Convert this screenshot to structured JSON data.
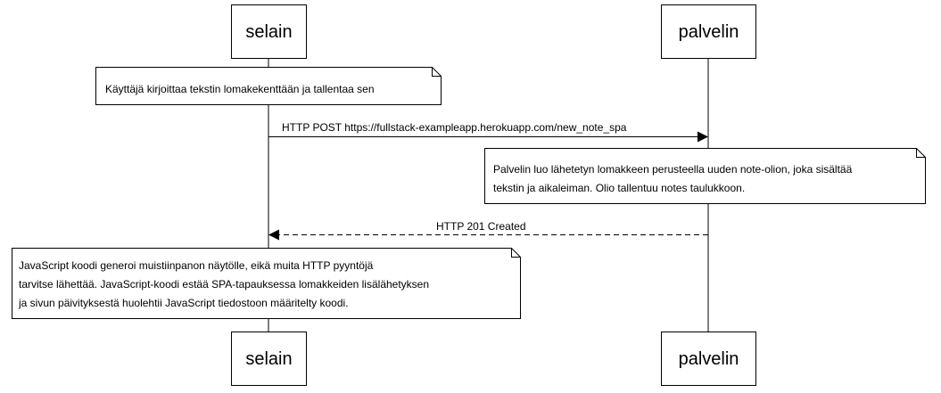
{
  "participants": {
    "browser": "selain",
    "server": "palvelin"
  },
  "notes": {
    "user_action": [
      "Käyttäjä kirjoittaa tekstin lomakekenttään ja tallentaa sen"
    ],
    "server_action": [
      "Palvelin luo lähetetyn lomakkeen perusteella uuden note-olion, joka sisältää",
      "tekstin ja aikaleiman. Olio tallentuu notes taulukkoon."
    ],
    "js_action": [
      "JavaScript koodi generoi muistiinpanon näytölle, eikä muita HTTP pyyntöjä",
      "tarvitse lähettää. JavaScript-koodi estää SPA-tapauksessa lomakkeiden lisälähetyksen",
      "ja sivun päivityksestä huolehtii JavaScript tiedostoon määritelty koodi."
    ]
  },
  "messages": {
    "post_request": "HTTP POST https://fullstack-exampleapp.herokuapp.com/new_note_spa",
    "created_response": "HTTP 201 Created"
  }
}
